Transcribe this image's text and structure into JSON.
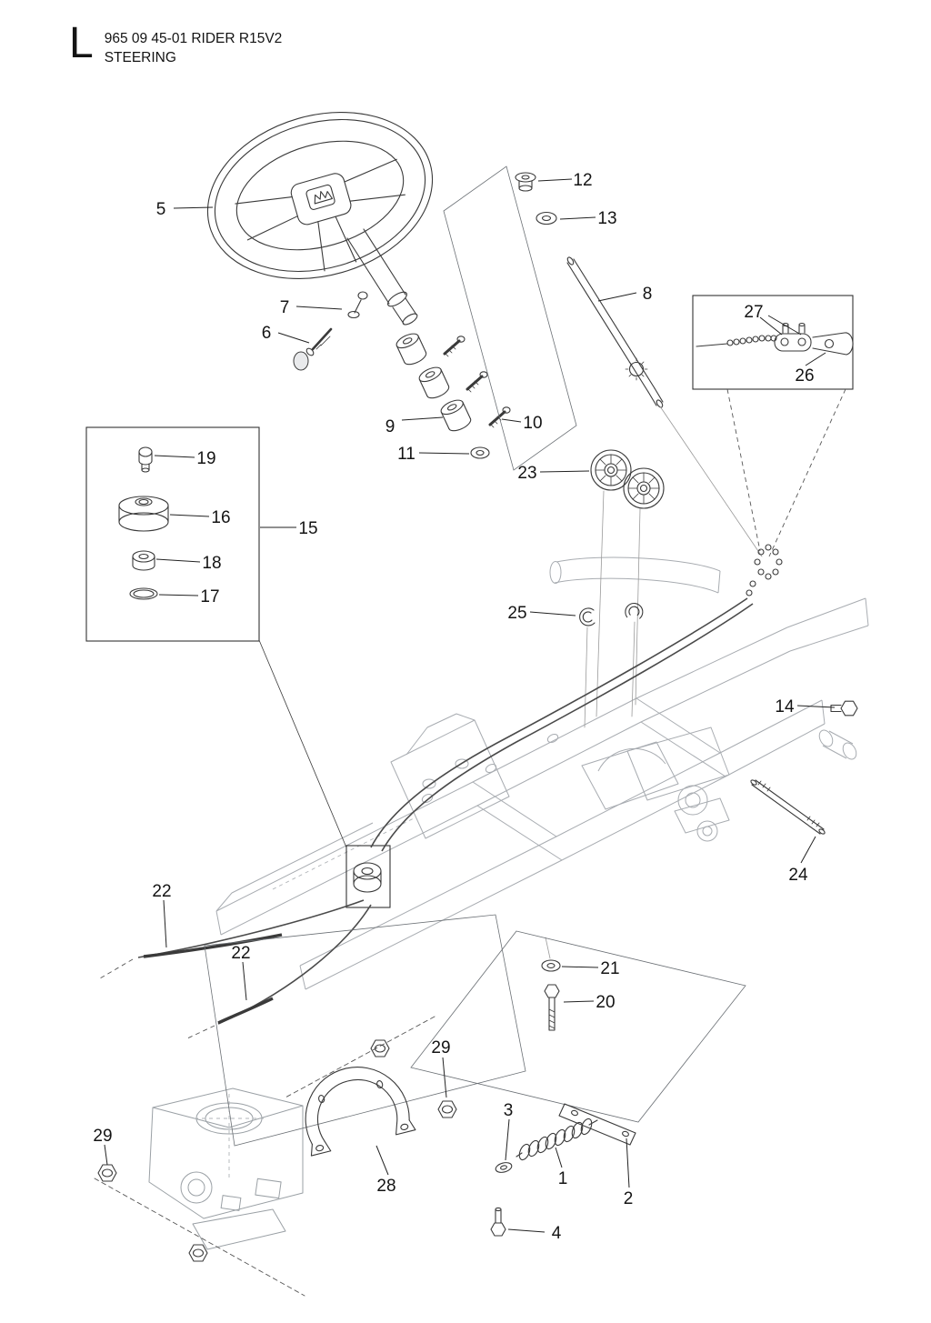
{
  "header": {
    "section_letter": "L",
    "model_code": "965 09 45-01 RIDER R15V2",
    "title": "STEERING"
  },
  "callouts": [
    "5",
    "12",
    "13",
    "8",
    "7",
    "6",
    "27",
    "26",
    "9",
    "10",
    "11",
    "19",
    "23",
    "16",
    "15",
    "18",
    "17",
    "25",
    "14",
    "24",
    "22",
    "22",
    "21",
    "20",
    "29",
    "3",
    "29",
    "1",
    "2",
    "28",
    "4"
  ]
}
